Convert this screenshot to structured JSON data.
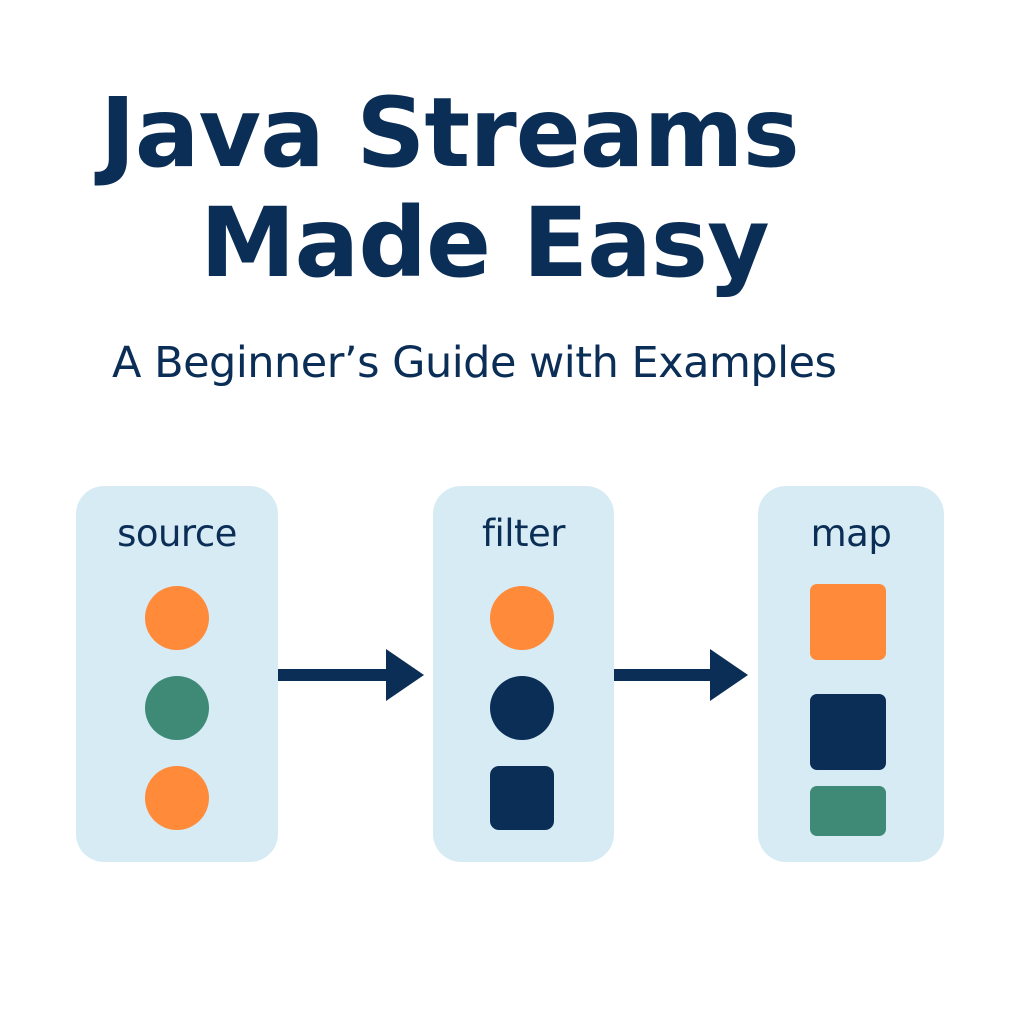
{
  "header": {
    "title_line1": "Java Streams",
    "title_line2": "Made Easy",
    "subtitle": "A Beginner’s Guide with Examples"
  },
  "stages": [
    {
      "label": "source",
      "items": [
        {
          "shape": "circle",
          "color": "orange"
        },
        {
          "shape": "circle",
          "color": "green"
        },
        {
          "shape": "circle",
          "color": "orange"
        }
      ]
    },
    {
      "label": "filter",
      "items": [
        {
          "shape": "circle",
          "color": "orange"
        },
        {
          "shape": "circle",
          "color": "navy"
        },
        {
          "shape": "rounded-square",
          "color": "navy"
        }
      ]
    },
    {
      "label": "map",
      "items": [
        {
          "shape": "rounded-square",
          "color": "orange"
        },
        {
          "shape": "rounded-square",
          "color": "navy"
        },
        {
          "shape": "rounded-rect",
          "color": "green"
        }
      ]
    }
  ],
  "colors": {
    "text": "#0b2e57",
    "panel": "#d7ebf4",
    "orange": "#fe8a3a",
    "green": "#3e8a77",
    "navy": "#0b2e57",
    "arrow": "#0b2e57"
  },
  "arrows": [
    "right-arrow-icon",
    "right-arrow-icon"
  ]
}
